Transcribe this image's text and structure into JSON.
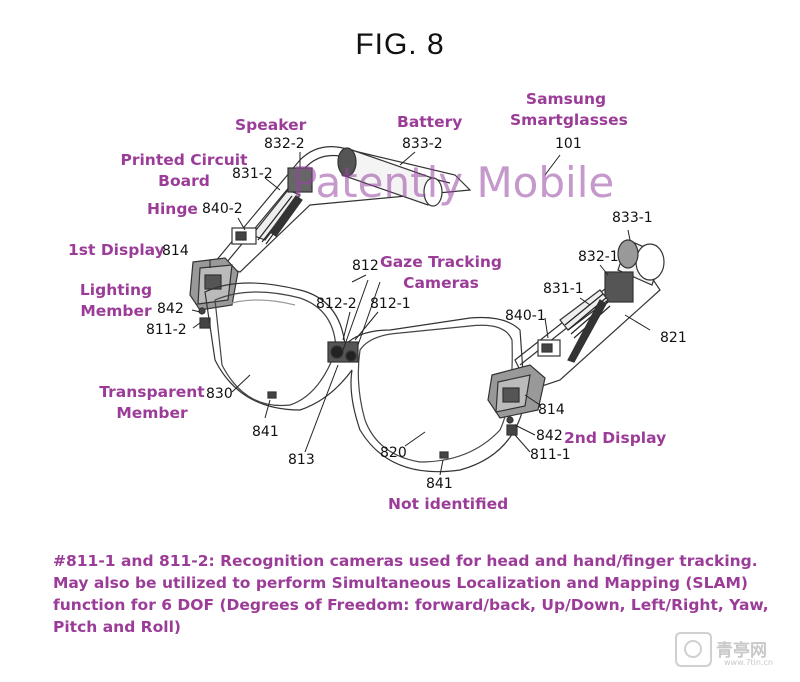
{
  "figure": {
    "title": "FIG. 8"
  },
  "watermark": "Patently Mobile",
  "labels": {
    "speaker": "Speaker",
    "battery": "Battery",
    "samsung_line1": "Samsung",
    "samsung_line2": "Smartglasses",
    "pcb_line1": "Printed Circuit",
    "pcb_line2": "Board",
    "hinge": "Hinge",
    "first_display": "1st Display",
    "lighting_line1": "Lighting",
    "lighting_line2": "Member",
    "gaze_line1": "Gaze Tracking",
    "gaze_line2": "Cameras",
    "transparent_line1": "Transparent",
    "transparent_line2": "Member",
    "second_display": "2nd Display",
    "not_identified": "Not identified"
  },
  "refs": {
    "r832_2": "832-2",
    "r833_2": "833-2",
    "r101": "101",
    "r831_2": "831-2",
    "r840_2": "840-2",
    "r814_left": "814",
    "r812": "812",
    "r812_2": "812-2",
    "r812_1": "812-1",
    "r842_left": "842",
    "r811_2": "811-2",
    "r833_1": "833-1",
    "r832_1": "832-1",
    "r831_1": "831-1",
    "r840_1": "840-1",
    "r821": "821",
    "r830": "830",
    "r841_left": "841",
    "r813": "813",
    "r820": "820",
    "r841_bottom": "841",
    "r814_right": "814",
    "r842_right": "842",
    "r811_1": "811-1"
  },
  "caption": [
    "#811-1 and 811-2: Recognition cameras used for head and hand/finger tracking.",
    "May also be utilized to perform Simultaneous Localization and Mapping (SLAM)",
    "function for 6 DOF (Degrees of Freedom: forward/back, Up/Down, Left/Right, Yaw,",
    "Pitch and Roll)"
  ],
  "logo": {
    "name": "青亭网",
    "sub": "www.7tin.cn"
  },
  "colors": {
    "label": "#9b3d98",
    "line": "#222222",
    "watermark": "#9646a0"
  }
}
